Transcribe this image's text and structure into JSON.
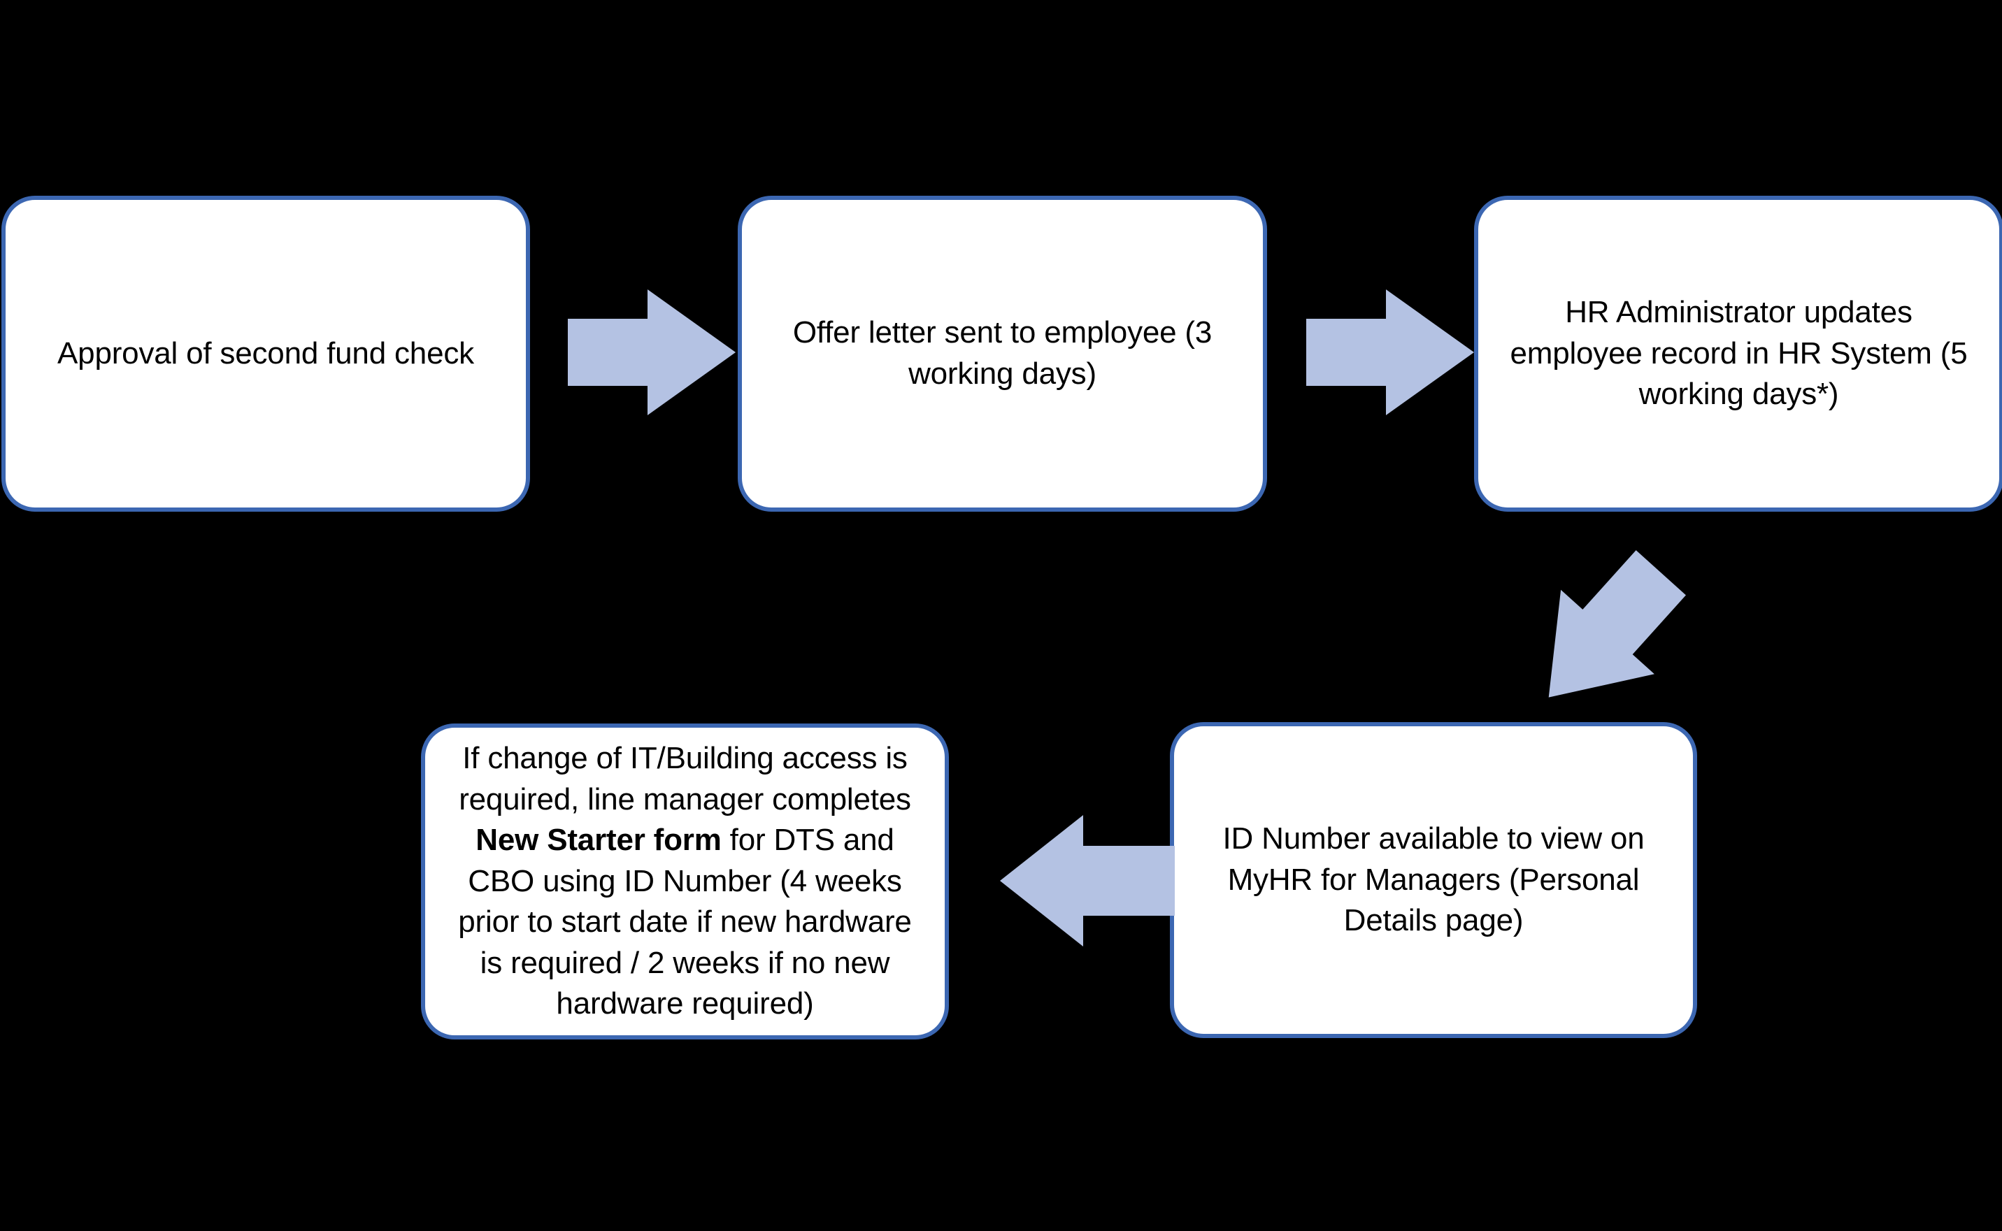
{
  "diagram": {
    "type": "flowchart",
    "background_color": "#000000",
    "node_fill_color": "#FFFFFF",
    "node_border_color": "#3C67B2",
    "arrow_color": "#B4C2E3",
    "text_color": "#000000",
    "nodes": [
      {
        "id": "approval",
        "name": "approval-of-second-fund-check",
        "text": "Approval of second fund check",
        "row": 1,
        "column": 1
      },
      {
        "id": "offer_letter",
        "name": "offer-letter-sent",
        "text": "Offer letter sent to employee (3 working days)",
        "row": 1,
        "column": 2
      },
      {
        "id": "hr_admin",
        "name": "hr-administrator-updates-record",
        "text": "HR Administrator updates employee record in HR System (5 working days*)",
        "row": 1,
        "column": 3
      },
      {
        "id": "id_number",
        "name": "id-number-available",
        "text": "ID Number available to view on MyHR for Managers (Personal Details page)",
        "row": 2,
        "column": 3
      },
      {
        "id": "new_starter",
        "name": "new-starter-form",
        "text_parts": [
          {
            "text": "If change of IT/Building access is required, line manager completes ",
            "bold": false
          },
          {
            "text": "New Starter form",
            "bold": true
          },
          {
            "text": " for DTS and CBO using ID Number (4 weeks prior to start date if new hardware is required / 2 weeks if no new hardware required)",
            "bold": false
          }
        ],
        "text": "If change of IT/Building access is required, line manager completes New Starter form for DTS and CBO using ID Number (4 weeks prior to start date if new hardware is required / 2 weeks if no new hardware required)",
        "row": 2,
        "column": 2
      }
    ],
    "arrows": [
      {
        "id": "approval_to_offer",
        "name": "arrow-approval-to-offer-letter",
        "from": "approval",
        "to": "offer_letter",
        "direction": "right"
      },
      {
        "id": "offer_to_hr",
        "name": "arrow-offer-letter-to-hr-admin",
        "from": "offer_letter",
        "to": "hr_admin",
        "direction": "right"
      },
      {
        "id": "hr_to_id",
        "name": "arrow-hr-admin-to-id-number",
        "from": "hr_admin",
        "to": "id_number",
        "direction": "down-left-diagonal"
      },
      {
        "id": "id_to_new_starter",
        "name": "arrow-id-number-to-new-starter",
        "from": "id_number",
        "to": "new_starter",
        "direction": "left"
      }
    ]
  }
}
